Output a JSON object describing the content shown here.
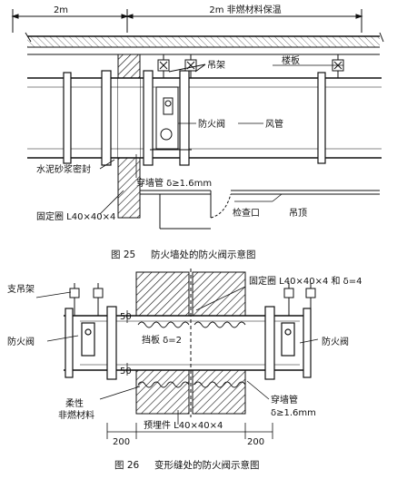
{
  "figure1": {
    "dim_left": "2m",
    "dim_right": "2m 非燃材料保温",
    "labels": {
      "hanger": "吊架",
      "floor_slab": "楼板",
      "fire_damper": "防火阀",
      "air_duct": "风管",
      "cement_seal": "水泥砂浆密封",
      "wall_sleeve": "穿墙管 δ≥1.6mm",
      "fixing_ring": "固定圈 L40×40×4",
      "inspection_port": "检查口",
      "ceiling": "吊顶"
    },
    "caption_number": "图 25",
    "caption_text": "防火墙处的防火阀示意图"
  },
  "figure2": {
    "labels": {
      "support_hanger": "支吊架",
      "fixing_ring": "固定圈 L40×40×4 和 δ=4",
      "damper_left": "防火阀",
      "damper_right": "防火阀",
      "baffle": "挡板 δ=2",
      "flexible_1": "柔性",
      "flexible_2": "非燃材料",
      "wall_sleeve_1": "穿墙管",
      "wall_sleeve_2": "δ≥1.6mm",
      "embedded": "预埋件 L40×40×4",
      "dim_50_top": "50",
      "dim_50_bottom": "50",
      "dim_200_left": "200",
      "dim_200_right": "200"
    },
    "caption_number": "图 26",
    "caption_text": "变形缝处的防火阀示意图"
  }
}
